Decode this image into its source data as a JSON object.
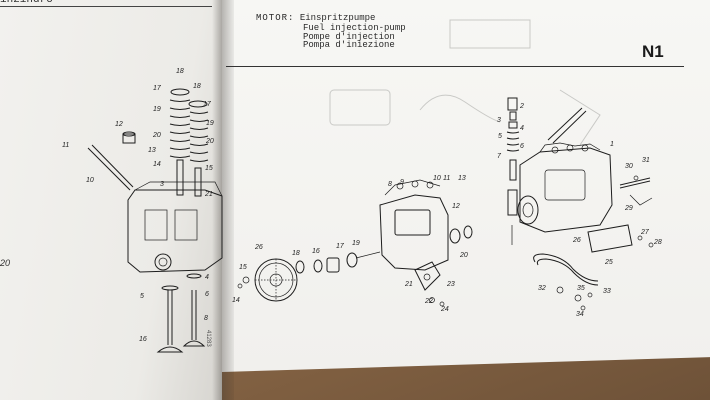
{
  "left_page": {
    "header_fragment": "inzindro",
    "side_number": "20",
    "margin_mark": "41283",
    "callouts": [
      "17",
      "18",
      "18",
      "17",
      "19",
      "19",
      "20",
      "20",
      "13",
      "12",
      "11",
      "10",
      "14",
      "3",
      "15",
      "4",
      "5",
      "6",
      "16",
      "8",
      "21"
    ]
  },
  "right_page": {
    "section_label": "MOTOR:",
    "section_title": "Einspritzpumpe",
    "translations": [
      "Fuel injection-pump",
      "Pompe d'injection",
      "Pompa d'iniezione"
    ],
    "code": "N1",
    "callouts_center": [
      "8",
      "9",
      "10",
      "11",
      "13",
      "12",
      "26",
      "18",
      "16",
      "17",
      "19",
      "20",
      "15",
      "14",
      "21",
      "22",
      "23",
      "24"
    ],
    "callouts_right": [
      "2",
      "3",
      "4",
      "5",
      "6",
      "7",
      "1",
      "30",
      "31",
      "29",
      "26",
      "27",
      "28",
      "25",
      "32",
      "33",
      "34",
      "35"
    ]
  }
}
